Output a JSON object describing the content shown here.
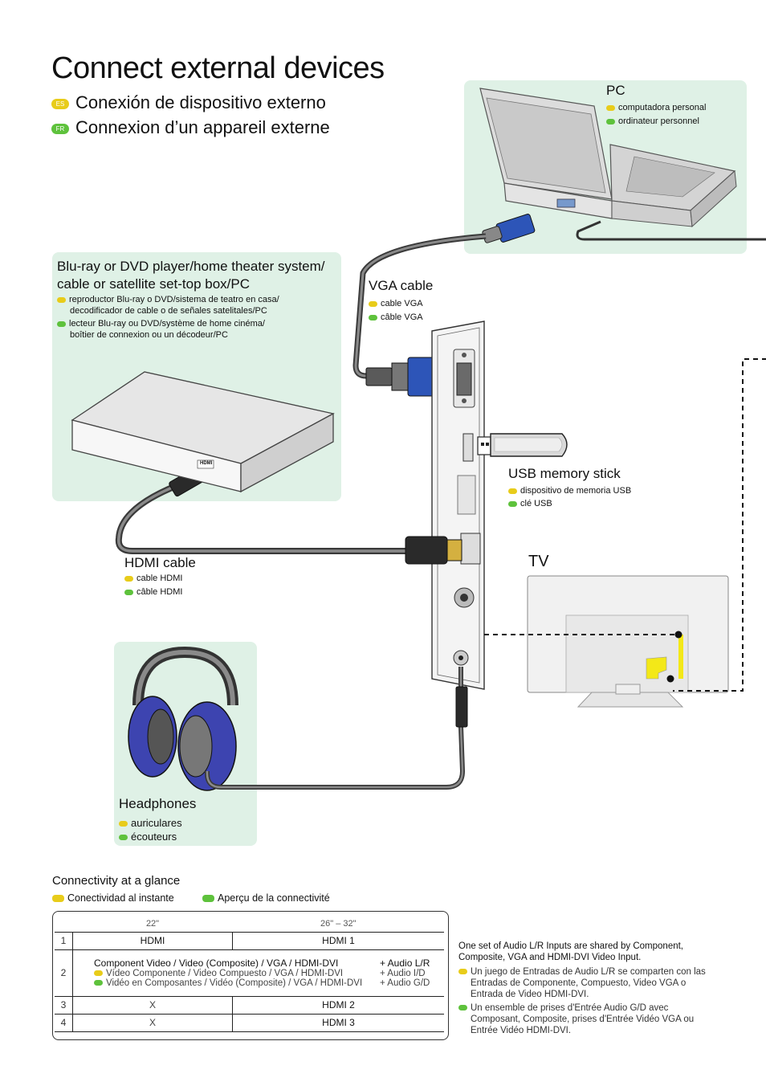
{
  "title": "Connect external devices",
  "lang_es": {
    "badge": "ES",
    "text": "Conexión de dispositivo externo"
  },
  "lang_fr": {
    "badge": "FR",
    "text": "Connexion d’un appareil externe"
  },
  "pc": {
    "title": "PC",
    "es": "computadora personal",
    "fr": "ordinateur personnel"
  },
  "player": {
    "title_line1": "Blu-ray or DVD player/home theater system/",
    "title_line2": "cable or satellite set-top box/PC",
    "es_line1": "reproductor Blu-ray o DVD/sistema de teatro en casa/",
    "es_line2": "decodificador de cable o de señales satelitales/PC",
    "fr_line1": "lecteur Blu-ray ou DVD/système de home cinéma/",
    "fr_line2": "boîtier de connexion ou un décodeur/PC",
    "port_label": "HDMI"
  },
  "vga": {
    "title": "VGA cable",
    "es": "cable VGA",
    "fr": "câble VGA"
  },
  "usb": {
    "title": "USB memory stick",
    "es": "dispositivo de memoria USB",
    "fr": "clé USB"
  },
  "tv": {
    "title": "TV"
  },
  "hdmi": {
    "title": "HDMI cable",
    "es": "cable HDMI",
    "fr": "câble HDMI"
  },
  "headphones": {
    "title": "Headphones",
    "es": "auriculares",
    "fr": "écouteurs"
  },
  "connectivity": {
    "title": "Connectivity at a glance",
    "es": "Conectividad al instante",
    "fr": "Aperçu de la connectivité",
    "col1": "22\"",
    "col2": "26\" – 32\"",
    "row1": {
      "num": "1",
      "a": "HDMI",
      "b": "HDMI 1"
    },
    "row2": {
      "num": "2",
      "en": "Component Video / Video (Composite) / VGA / HDMI-DVI",
      "es": "Vídeo Componente / Video Compuesto / VGA / HDMI-DVI",
      "fr": "Vidéo en Composantes / Vidéo (Composite) / VGA / HDMI-DVI",
      "audio_en": "+ Audio L/R",
      "audio_es": "+ Audio I/D",
      "audio_fr": "+ Audio G/D"
    },
    "row3": {
      "num": "3",
      "a": "X",
      "b": "HDMI 2"
    },
    "row4": {
      "num": "4",
      "a": "X",
      "b": "HDMI 3"
    }
  },
  "note": {
    "en": "One set of Audio L/R Inputs are shared by Component, Composite, VGA and HDMI-DVI Video Input.",
    "es": "Un juego de Entradas de Audio L/R se comparten con las Entradas de Componente, Compuesto, Video VGA o Entrada de Video HDMI-DVI.",
    "fr": "Un ensemble de prises d'Entrée Audio G/D avec Composant, Composite, prises d'Entrée Vidéo VGA ou Entrée Vidéo HDMI-DVI."
  }
}
